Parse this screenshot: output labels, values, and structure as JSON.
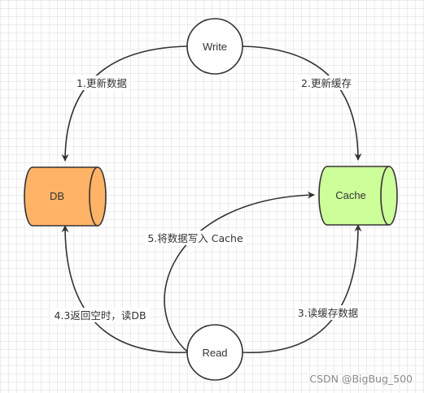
{
  "nodes": {
    "write": "Write",
    "read": "Read",
    "db": "DB",
    "cache": "Cache"
  },
  "edges": {
    "write_to_db": "1.更新数据",
    "write_to_cache": "2.更新缓存",
    "read_to_cache": "3.读缓存数据",
    "read_to_db": "4.3返回空时，读DB",
    "read_write_cache": "5.将数据写入 Cache"
  },
  "watermark": "CSDN @BigBug_500",
  "colors": {
    "db_fill": "#ffb366",
    "cache_fill": "#ccff99",
    "stroke": "#333333",
    "node_fill": "#ffffff"
  }
}
